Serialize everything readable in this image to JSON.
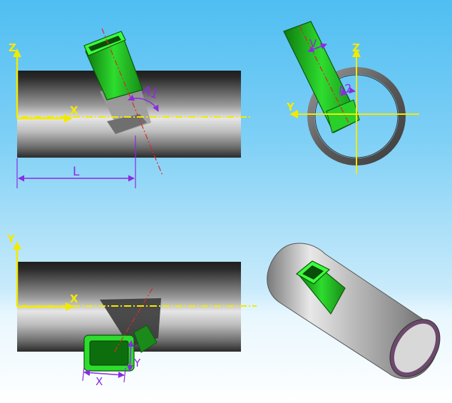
{
  "views": {
    "front": {
      "axis_z": "Z",
      "axis_x": "X",
      "dim_length": "L",
      "dim_angle": "A1"
    },
    "side": {
      "axis_z": "Z",
      "axis_y": "Y",
      "dim_offset": "V",
      "dim_angle": "A2"
    },
    "top": {
      "axis_y": "Y",
      "axis_x": "X",
      "dim_width": "X",
      "dim_height": "Y"
    }
  },
  "colors": {
    "axis": "#f2ea00",
    "dimension": "#8a2be2",
    "centerline": "#d62b2b",
    "branch": "#22dd22",
    "pipe_dark": "#3a3a3a"
  }
}
